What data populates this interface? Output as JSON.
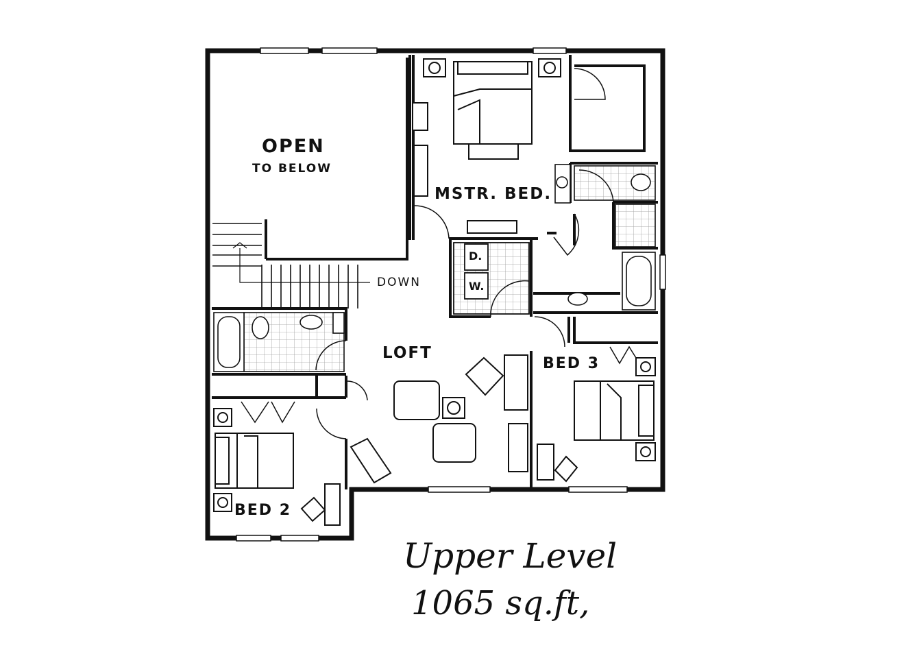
{
  "plan": {
    "rooms": {
      "open": "OPEN",
      "open_sub": "TO BELOW",
      "master": "MSTR. BED.",
      "loft": "LOFT",
      "bed2": "BED 2",
      "bed3": "BED 3",
      "dryer": "D.",
      "washer": "W.",
      "stairs_down": "DOWN"
    },
    "caption": {
      "level": "Upper Level",
      "area": "1065 sq.ft,"
    }
  },
  "colors": {
    "ink": "#111111",
    "paper": "#ffffff",
    "tile": "#9a9a9a"
  }
}
